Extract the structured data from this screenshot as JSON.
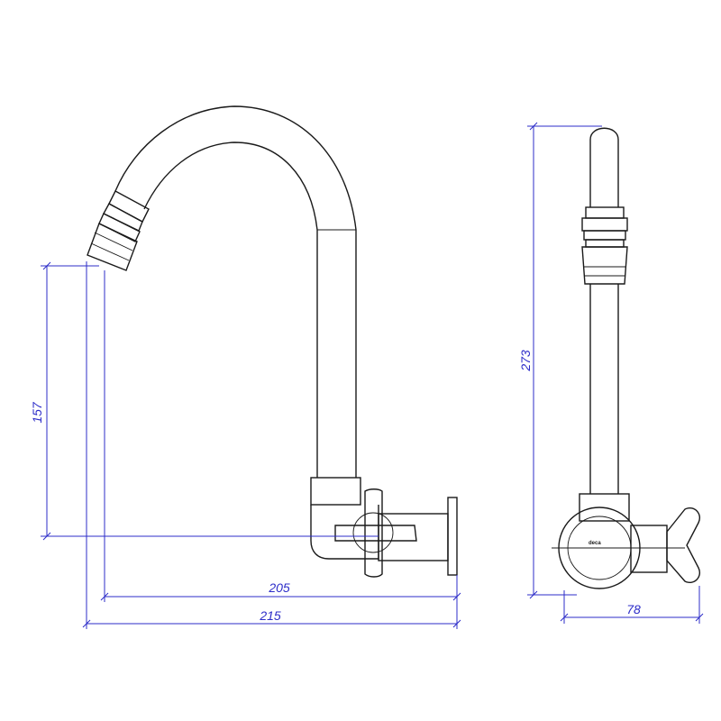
{
  "drawing": {
    "dimensions": {
      "height_outlet": "157",
      "depth_to_outlet": "205",
      "total_depth": "215",
      "total_height": "273",
      "side_width": "78"
    },
    "brand_mark": "deca",
    "colors": {
      "dimension": "#2c2cc8",
      "outline": "#1a1a1a",
      "background": "#ffffff"
    }
  }
}
